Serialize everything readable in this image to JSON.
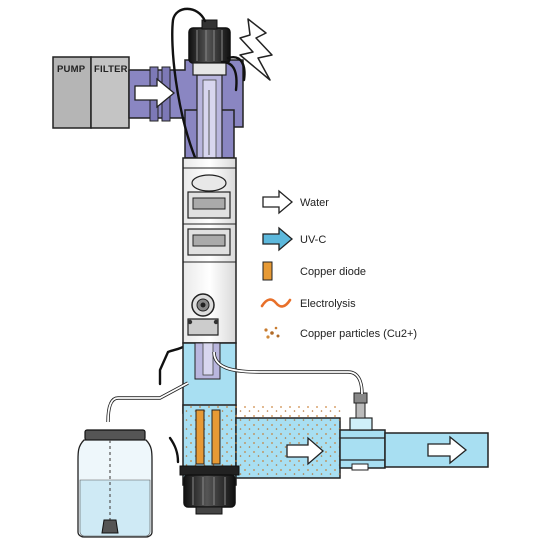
{
  "diagram": {
    "pump_label": "PUMP",
    "filter_label": "FILTER",
    "legend": [
      {
        "icon": "water-arrow-icon",
        "label": "Water"
      },
      {
        "icon": "uvc-arrow-icon",
        "label": "UV-C"
      },
      {
        "icon": "copper-diode-icon",
        "label": "Copper diode"
      },
      {
        "icon": "electrolysis-wave-icon",
        "label": "Electrolysis"
      },
      {
        "icon": "copper-particles-icon",
        "label": "Copper particles (Cu2+)"
      }
    ]
  },
  "colors": {
    "uv_purple": "#8a86c2",
    "uv_purple_light": "#b9b6de",
    "water_blue": "#a8dff2",
    "water_blue_dark": "#5cb8dc",
    "copper_orange": "#e79a35",
    "electrolysis_orange": "#e8702a",
    "pump_gray": "#b4b4b4",
    "outline": "#1a1a1a"
  }
}
